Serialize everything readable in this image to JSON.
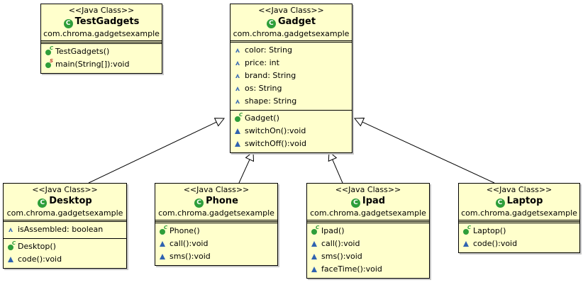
{
  "diagram": {
    "classes": [
      {
        "id": "testgadgets",
        "stereotype": "<<Java Class>>",
        "name": "TestGadgets",
        "package": "com.chroma.gadgetsexample",
        "attributes": [],
        "operations": [
          {
            "text": "TestGadgets()",
            "icon": "constructor-icon"
          },
          {
            "text": "main(String[]):void",
            "icon": "static-method-icon"
          }
        ]
      },
      {
        "id": "gadget",
        "stereotype": "<<Java Class>>",
        "name": "Gadget",
        "package": "com.chroma.gadgetsexample",
        "attributes": [
          {
            "text": "color: String",
            "icon": "package-field-icon"
          },
          {
            "text": "price: int",
            "icon": "package-field-icon"
          },
          {
            "text": "brand: String",
            "icon": "package-field-icon"
          },
          {
            "text": "os: String",
            "icon": "package-field-icon"
          },
          {
            "text": "shape: String",
            "icon": "package-field-icon"
          }
        ],
        "operations": [
          {
            "text": "Gadget()",
            "icon": "constructor-icon"
          },
          {
            "text": "switchOn():void",
            "icon": "package-method-icon"
          },
          {
            "text": "switchOff():void",
            "icon": "package-method-icon"
          }
        ]
      },
      {
        "id": "desktop",
        "stereotype": "<<Java Class>>",
        "name": "Desktop",
        "package": "com.chroma.gadgetsexample",
        "attributes": [
          {
            "text": "isAssembled: boolean",
            "icon": "package-field-icon"
          }
        ],
        "operations": [
          {
            "text": "Desktop()",
            "icon": "constructor-icon"
          },
          {
            "text": "code():void",
            "icon": "package-method-icon"
          }
        ]
      },
      {
        "id": "phone",
        "stereotype": "<<Java Class>>",
        "name": "Phone",
        "package": "com.chroma.gadgetsexample",
        "attributes": [],
        "operations": [
          {
            "text": "Phone()",
            "icon": "constructor-icon"
          },
          {
            "text": "call():void",
            "icon": "package-method-icon"
          },
          {
            "text": "sms():void",
            "icon": "package-method-icon"
          }
        ]
      },
      {
        "id": "ipad",
        "stereotype": "<<Java Class>>",
        "name": "Ipad",
        "package": "com.chroma.gadgetsexample",
        "attributes": [],
        "operations": [
          {
            "text": "Ipad()",
            "icon": "constructor-icon"
          },
          {
            "text": "call():void",
            "icon": "package-method-icon"
          },
          {
            "text": "sms():void",
            "icon": "package-method-icon"
          },
          {
            "text": "faceTime():void",
            "icon": "package-method-icon"
          }
        ]
      },
      {
        "id": "laptop",
        "stereotype": "<<Java Class>>",
        "name": "Laptop",
        "package": "com.chroma.gadgetsexample",
        "attributes": [],
        "operations": [
          {
            "text": "Laptop()",
            "icon": "constructor-icon"
          },
          {
            "text": "code():void",
            "icon": "package-method-icon"
          }
        ]
      }
    ],
    "relations": [
      {
        "from": "desktop",
        "to": "gadget",
        "type": "generalization"
      },
      {
        "from": "phone",
        "to": "gadget",
        "type": "generalization"
      },
      {
        "from": "ipad",
        "to": "gadget",
        "type": "generalization"
      },
      {
        "from": "laptop",
        "to": "gadget",
        "type": "generalization"
      }
    ],
    "colors": {
      "class_fill": "#ffffcc",
      "class_icon": "#2e9e3a",
      "member_icon": "#3b6db4",
      "line": "#000000"
    }
  }
}
